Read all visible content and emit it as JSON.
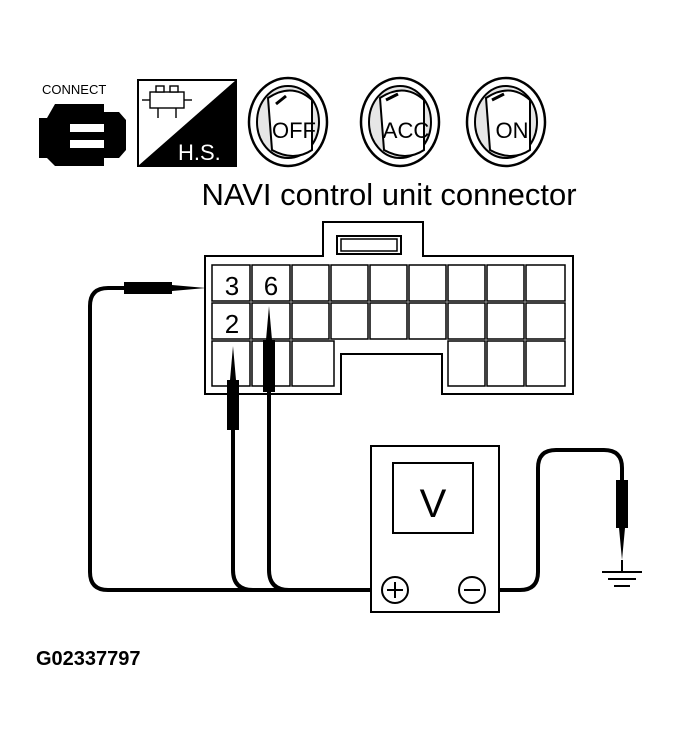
{
  "icons": {
    "connect": {
      "label": "CONNECT",
      "name": "connector-connect-icon"
    },
    "harness_side": {
      "label": "H.S.",
      "name": "harness-side-icon"
    },
    "keys": [
      {
        "label": "OFF",
        "name": "ignition-key-off-icon"
      },
      {
        "label": "ACC",
        "name": "ignition-key-acc-icon"
      },
      {
        "label": "ON",
        "name": "ignition-key-on-icon"
      }
    ]
  },
  "connector": {
    "title": "NAVI control unit connector",
    "terminals": [
      "3",
      "6",
      "2"
    ]
  },
  "meter": {
    "display": "V",
    "positive_symbol": "+",
    "negative_symbol": "−"
  },
  "ground_name": "ground-icon",
  "figure_id": "G02337797"
}
